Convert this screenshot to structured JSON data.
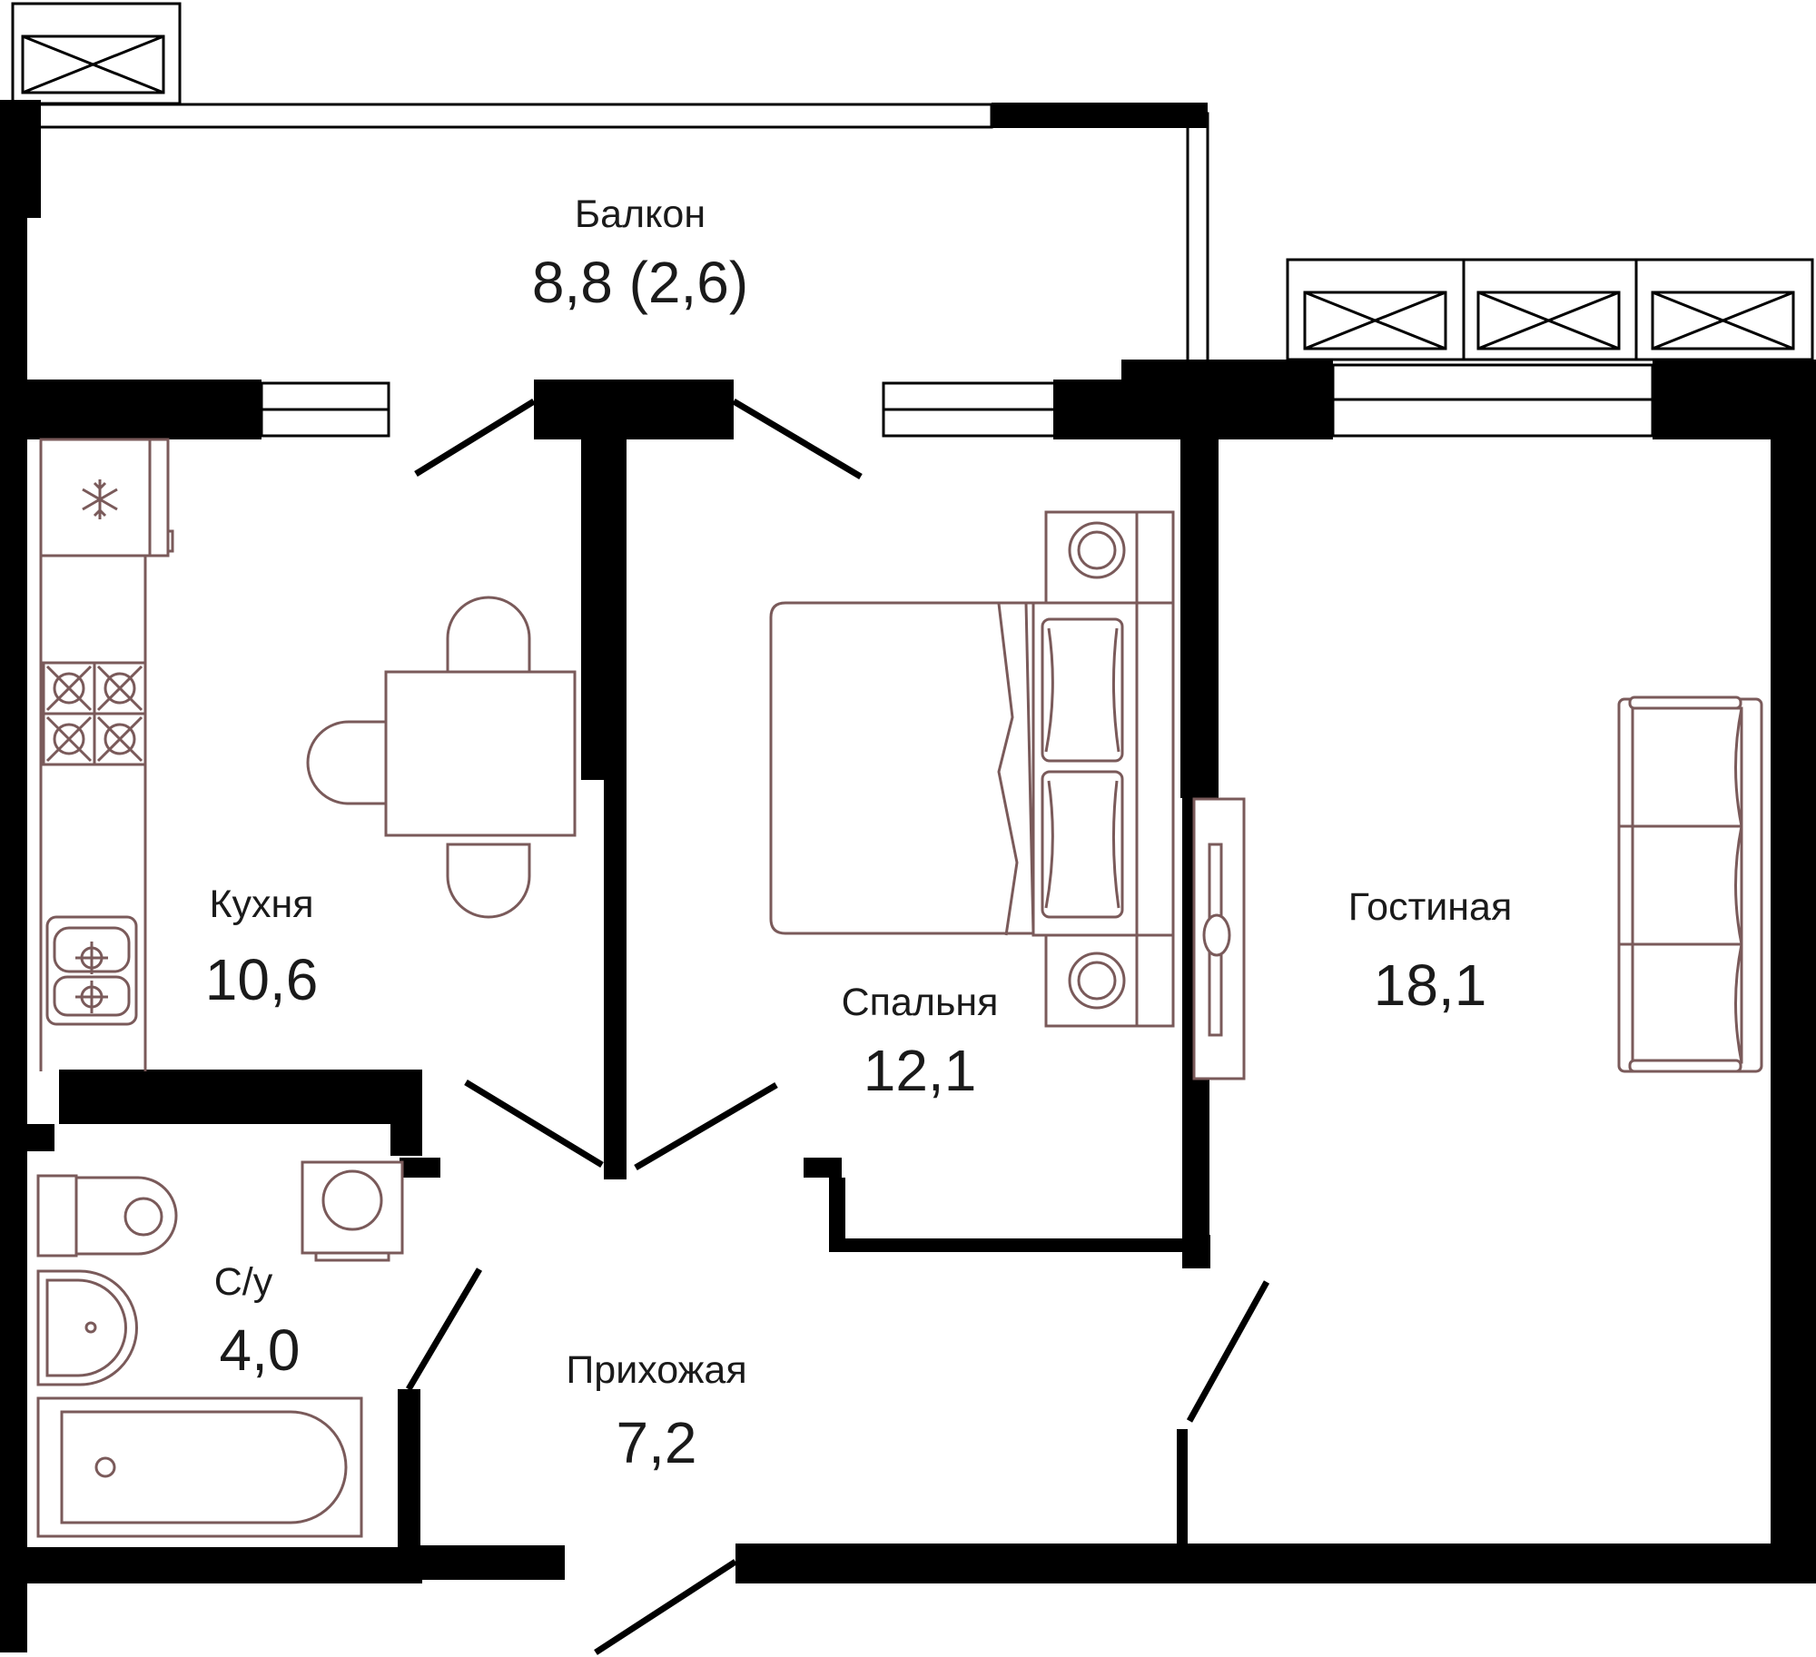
{
  "rooms": {
    "balcony": {
      "name": "Балкон",
      "area": "8,8 (2,6)"
    },
    "kitchen": {
      "name": "Кухня",
      "area": "10,6"
    },
    "bedroom": {
      "name": "Спальня",
      "area": "12,1"
    },
    "living": {
      "name": "Гостиная",
      "area": "18,1"
    },
    "bathroom": {
      "name": "С/у",
      "area": "4,0"
    },
    "hallway": {
      "name": "Прихожая",
      "area": "7,2"
    }
  },
  "icons": [
    "snowflake-icon",
    "gas-hob-icon",
    "electric-hob-icon",
    "hanger-icon",
    "air-conditioner-icon"
  ],
  "colors": {
    "walls": "#000000",
    "furniture": "#7a5a5a",
    "background": "#ffffff"
  }
}
